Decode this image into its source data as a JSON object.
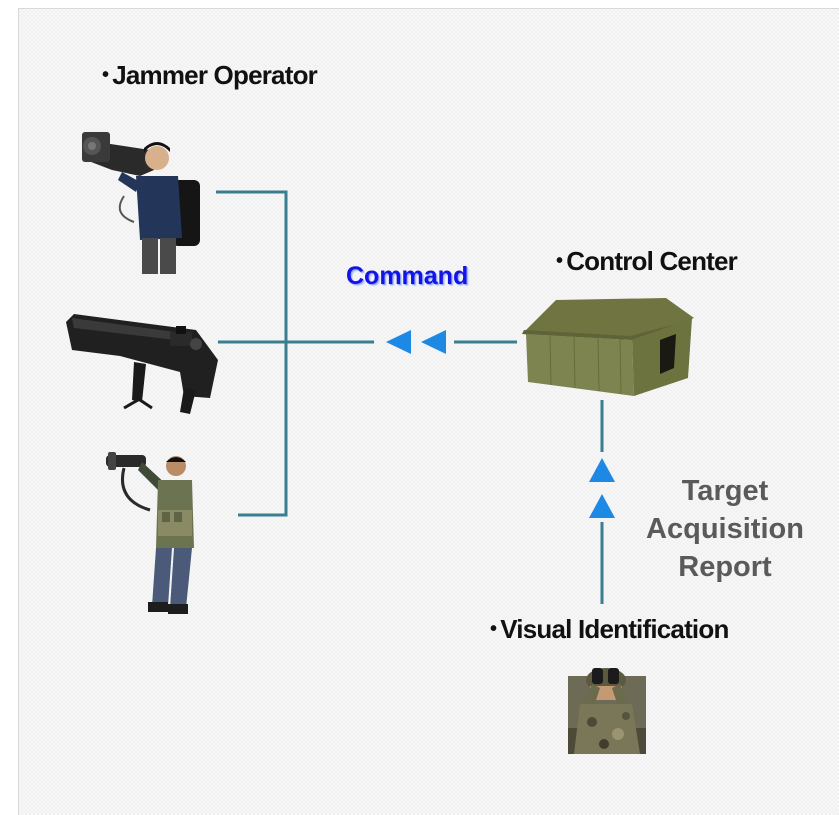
{
  "labels": {
    "jammer_operator": "Jammer Operator",
    "control_center": "Control Center",
    "visual_identification": "Visual Identification",
    "bullet": "•"
  },
  "flows": {
    "command": "Command",
    "target_report_lines": [
      "Target",
      "Acquisition",
      "Report"
    ]
  },
  "colors": {
    "connector": "#3a7f8f",
    "arrow": "#1e88e5",
    "command_text": "#1414e6",
    "report_text": "#5a5a5a"
  },
  "icons": [
    "jammer-backpack-operator-icon",
    "jammer-rifle-icon",
    "jammer-handheld-operator-icon",
    "army-tent-icon",
    "binocular-soldier-icon"
  ]
}
